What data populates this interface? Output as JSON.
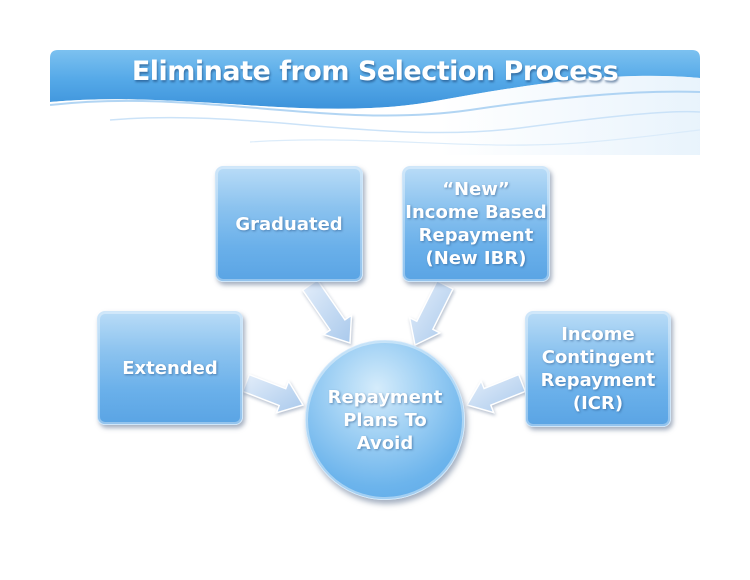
{
  "title": "Eliminate from Selection Process",
  "colors": {
    "banner_top": "#64b3ec",
    "banner_bottom": "#3f98dc",
    "box_light": "#b9dcf7",
    "box_dark": "#5aa4e4",
    "arrow": "#b8d4ef"
  },
  "diagram": {
    "center": "Repayment\nPlans To\nAvoid",
    "nodes": [
      {
        "id": "extended",
        "label": "Extended"
      },
      {
        "id": "graduated",
        "label": "Graduated"
      },
      {
        "id": "new-ibr",
        "label": "“New”\nIncome Based\nRepayment\n(New IBR)"
      },
      {
        "id": "icr",
        "label": "Income\nContingent\nRepayment\n(ICR)"
      }
    ]
  }
}
